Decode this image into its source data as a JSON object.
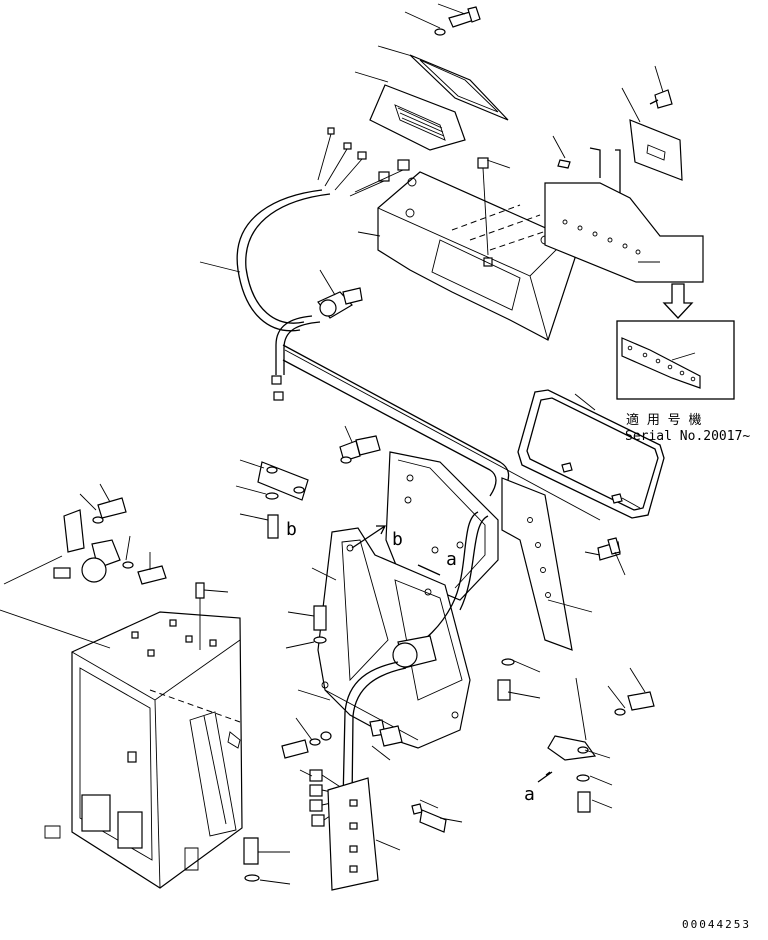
{
  "serial_note": {
    "applicable_machines_label": "適 用 号 機",
    "serial_label": "Serial No.20017~"
  },
  "view_markers": {
    "a_upper": "a",
    "a_lower": "a",
    "b_left": "b",
    "b_center": "b"
  },
  "drawing_number": "00044253"
}
